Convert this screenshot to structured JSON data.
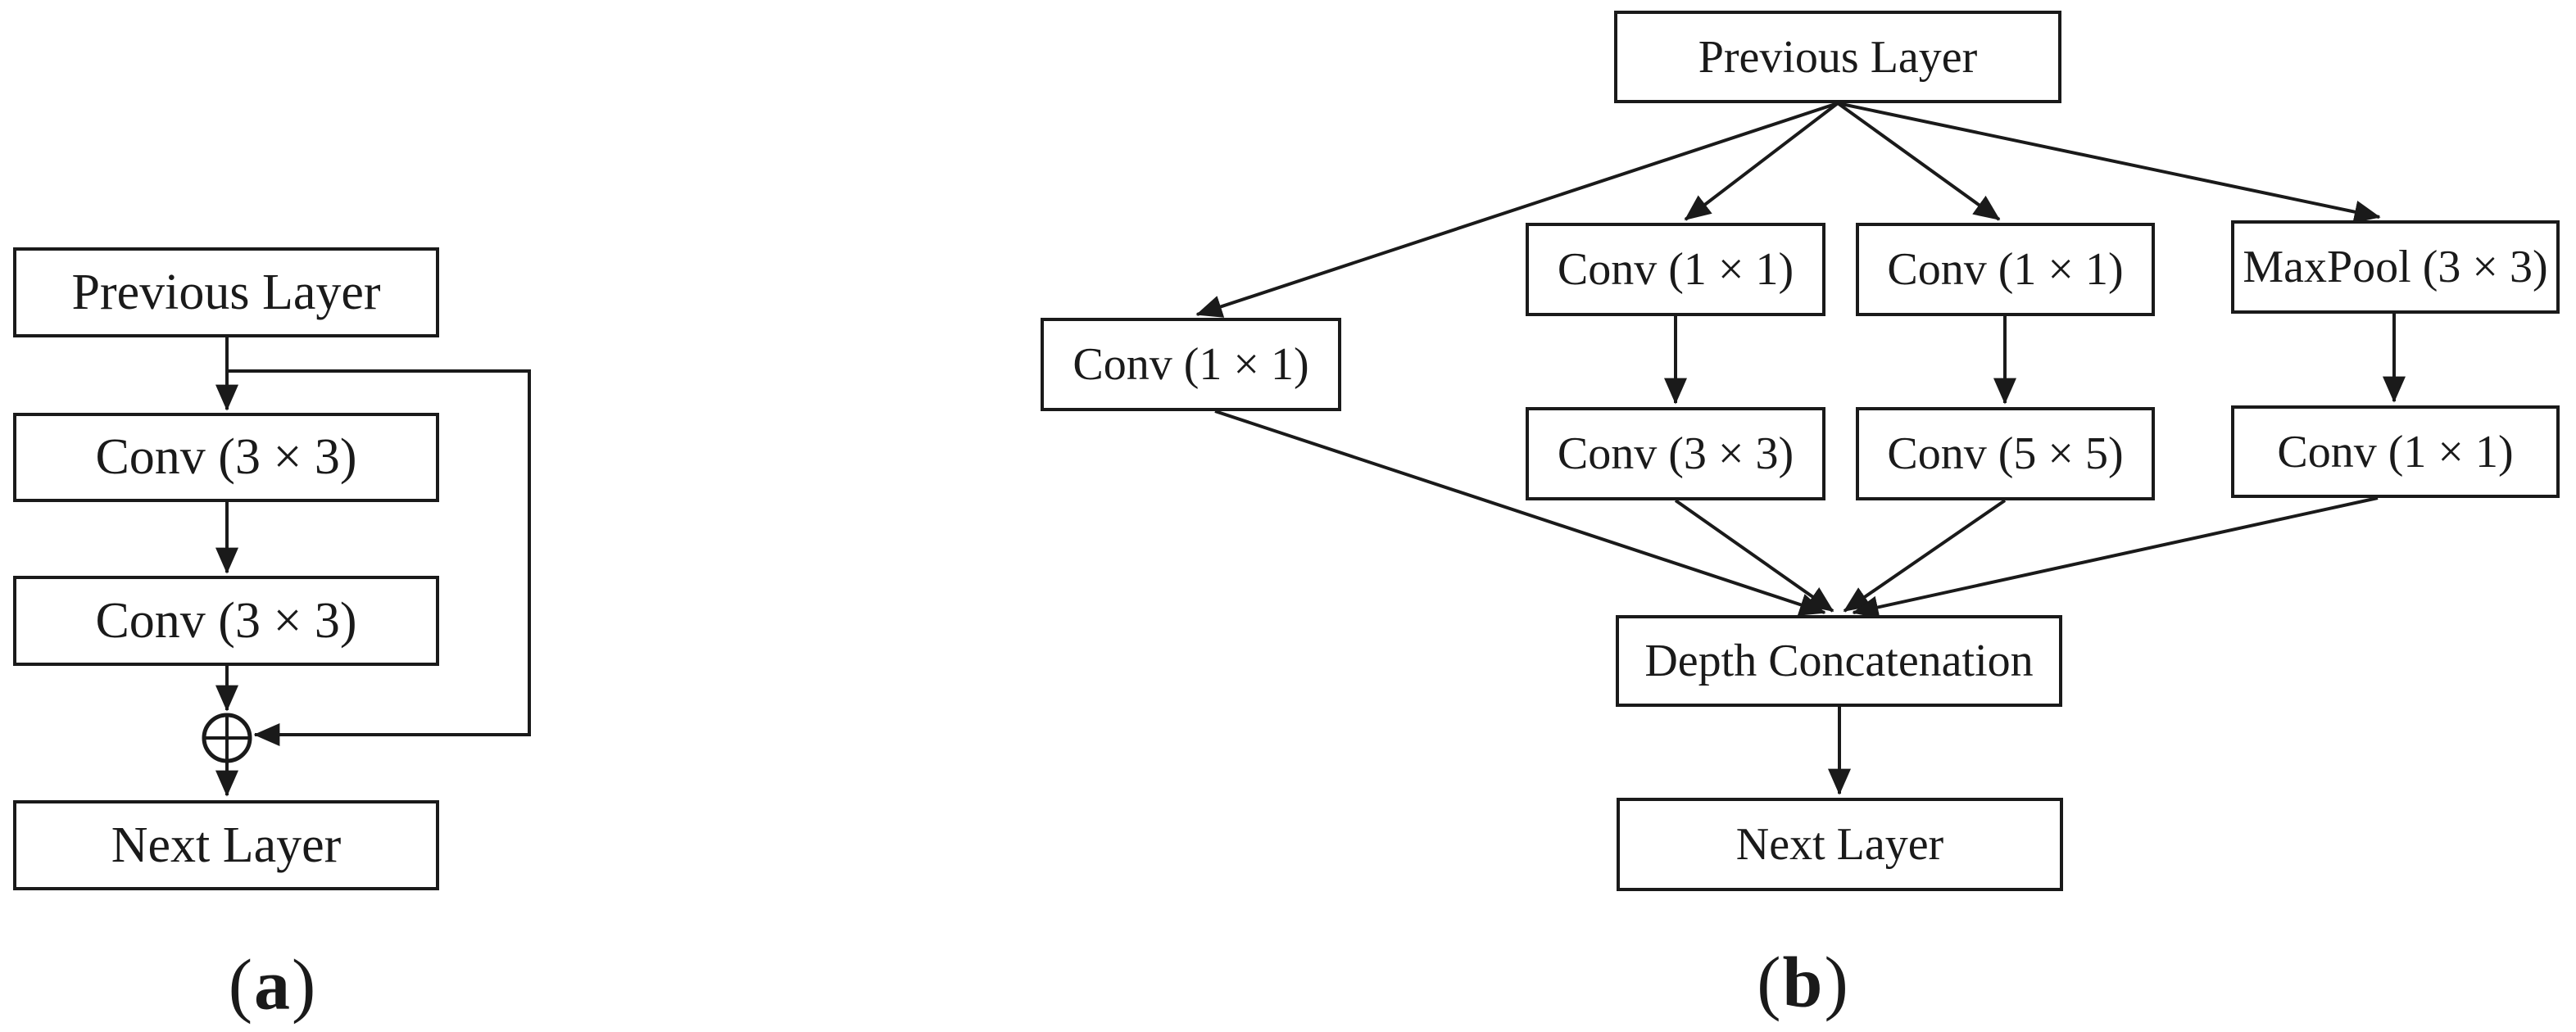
{
  "colors": {
    "line": "#1a1a1a",
    "box-bg": "#ffffff",
    "text": "#1a1a1a",
    "page-bg": "#ffffff"
  },
  "panel_a": {
    "caption": {
      "open": "(",
      "letter": "a",
      "close": ")"
    },
    "boxes": {
      "previous_layer": "Previous Layer",
      "conv_3x3_first": "Conv (3 × 3)",
      "conv_3x3_second": "Conv (3 × 3)",
      "next_layer": "Next Layer"
    },
    "icons": {
      "sum_node": "⊕"
    }
  },
  "panel_b": {
    "caption": {
      "open": "(",
      "letter": "b",
      "close": ")"
    },
    "boxes": {
      "previous_layer": "Previous Layer",
      "branch1_conv_1x1": "Conv (1 × 1)",
      "branch2_conv_1x1": "Conv (1 × 1)",
      "branch2_conv_3x3": "Conv (3 × 3)",
      "branch3_conv_1x1": "Conv (1 × 1)",
      "branch3_conv_5x5": "Conv (5 × 5)",
      "branch4_maxpool_3x3": "MaxPool (3 × 3)",
      "branch4_conv_1x1": "Conv (1 × 1)",
      "depth_concatenation": "Depth Concatenation",
      "next_layer": "Next Layer"
    }
  }
}
